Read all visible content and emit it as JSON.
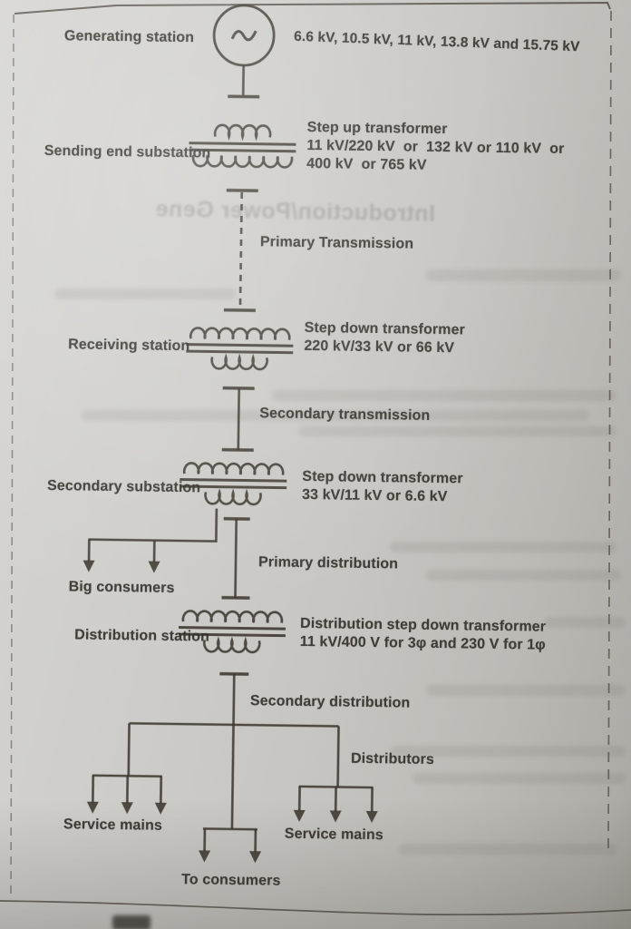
{
  "colors": {
    "paper": "#c9c7c3",
    "ink": "#3b372f"
  },
  "background": {
    "bleed_text": "Introduction/Power Gene"
  },
  "nodes": {
    "generating_station": {
      "label": "Generating station",
      "voltages": "6.6 kV, 10.5 kV, 11 kV, 13.8 kV and 15.75 kV"
    },
    "sending_end_substation": {
      "label": "Sending end substation",
      "desc_line1": "Step up transformer",
      "desc_line2": "11 kV/220 kV  or  132 kV or 110 kV  or",
      "desc_line3": "400 kV  or 765 kV"
    },
    "primary_transmission": {
      "label": "Primary Transmission"
    },
    "receiving_station": {
      "label": "Receiving station",
      "desc_line1": "Step down transformer",
      "desc_line2": "220 kV/33 kV or 66 kV"
    },
    "secondary_transmission": {
      "label": "Secondary transmission"
    },
    "secondary_substation": {
      "label": "Secondary substation",
      "desc_line1": "Step down transformer",
      "desc_line2": "33 kV/11 kV or 6.6 kV"
    },
    "big_consumers": {
      "label": "Big consumers"
    },
    "primary_distribution": {
      "label": "Primary distribution"
    },
    "distribution_station": {
      "label": "Distribution station",
      "desc_line1": "Distribution step down transformer",
      "desc_line2": "11 kV/400 V for 3φ and 230 V for 1φ"
    },
    "secondary_distribution": {
      "label": "Secondary distribution"
    },
    "distributors": {
      "label": "Distributors"
    },
    "service_mains_left": {
      "label": "Service mains"
    },
    "service_mains_right": {
      "label": "Service mains"
    },
    "to_consumers": {
      "label": "To consumers"
    }
  }
}
